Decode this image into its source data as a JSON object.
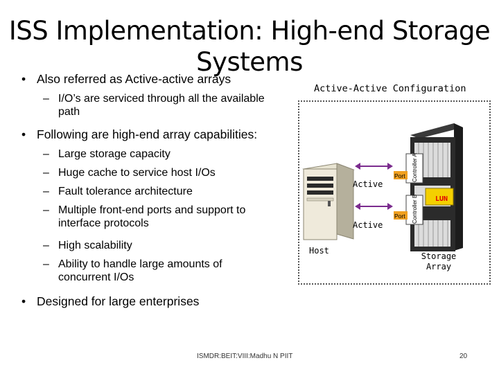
{
  "slide": {
    "title": "ISS Implementation: High-end Storage Systems",
    "bullets": [
      {
        "text": "Also referred as Active-active arrays",
        "sub": [
          "I/O’s are serviced through all the available path"
        ]
      },
      {
        "text": "Following are high-end array capabilities:",
        "sub": [
          "Large storage capacity",
          "Huge cache to service host I/Os",
          "Fault tolerance architecture",
          "Multiple front-end ports and support to interface protocols",
          "High scalability",
          "Ability to handle large amounts of concurrent I/Os"
        ]
      },
      {
        "text": "Designed for large enterprises",
        "sub": []
      }
    ],
    "footer": "ISMDR:BEIT:VIII:Madhu N PIIT",
    "page_number": "20"
  },
  "diagram": {
    "title": "Active-Active Configuration",
    "host_label": "Host",
    "path1_label": "Active",
    "path2_label": "Active",
    "port_label": "Port",
    "controller_a": "Controller A",
    "controller_b": "Controller B",
    "lun_label": "LUN",
    "storage_label_line1": "Storage",
    "storage_label_line2": "Array",
    "colors": {
      "arrow": "#7b2c8e",
      "port": "#f0a020",
      "lun": "#f4d000",
      "lun_text": "#e00000"
    }
  }
}
